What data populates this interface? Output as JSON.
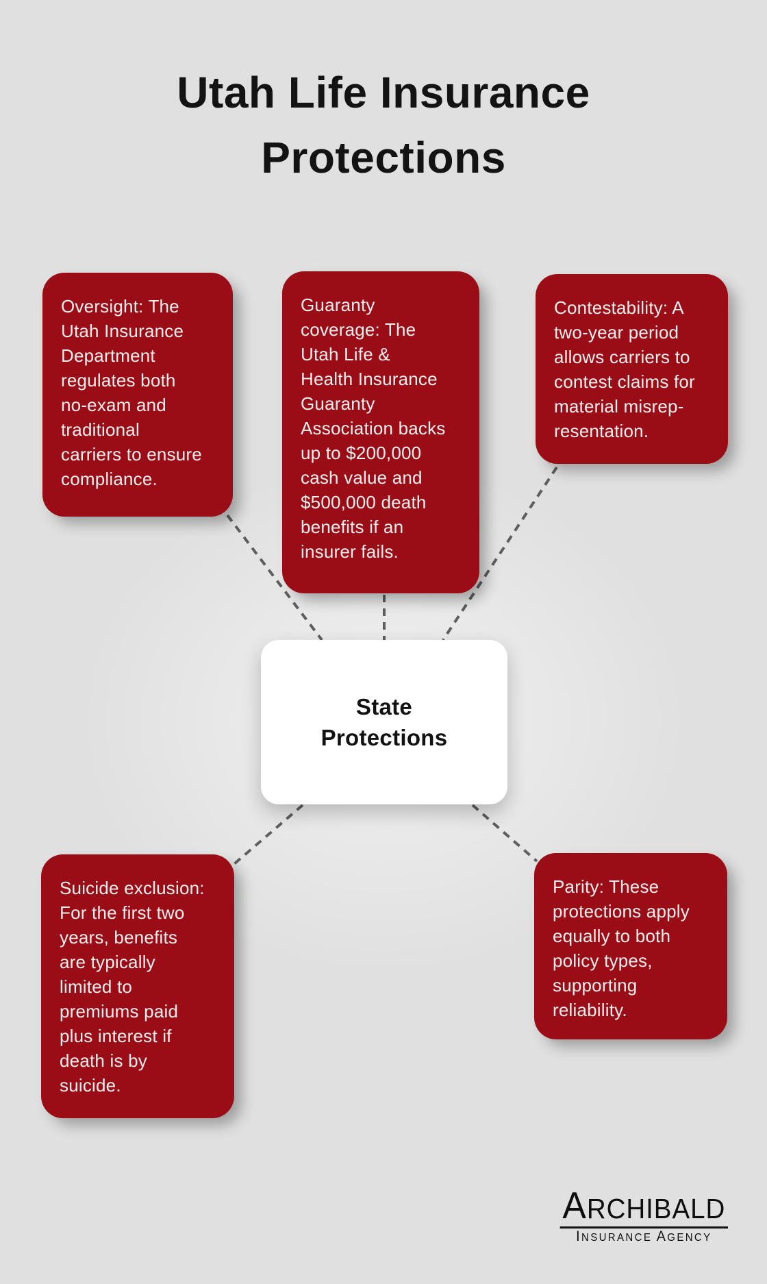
{
  "title": "Utah Life Insurance\nProtections",
  "center": {
    "label": "State\nProtections"
  },
  "nodes": [
    {
      "id": "oversight",
      "text": "Oversight: The\nUtah Insurance\nDepartment\nregulates both\nno-exam and\ntraditional\ncarriers to ensure\ncompliance."
    },
    {
      "id": "guaranty-coverage",
      "text": "Guaranty\ncoverage: The\nUtah Life &\nHealth Insurance\nGuaranty\nAssociation backs\nup to $200,000\ncash value and\n$500,000 death\nbenefits if an\ninsurer fails."
    },
    {
      "id": "contestability",
      "text": "Contestability: A\ntwo-year period\nallows carriers to\ncontest claims for\nmaterial misrep-\nresentation."
    },
    {
      "id": "suicide-exclusion",
      "text": "Suicide exclusion:\nFor the first two\nyears, benefits\nare typically\nlimited to\npremiums paid\nplus interest if\ndeath is by\nsuicide."
    },
    {
      "id": "parity",
      "text": "Parity: These\nprotections apply\nequally to both\npolicy types,\nsupporting\nreliability."
    }
  ],
  "logo": {
    "name": "Archibald",
    "tagline": "Insurance Agency"
  },
  "colors": {
    "node_red": "#9b0d16",
    "background": "#dfe0df",
    "connector": "#5e5e5e",
    "title_text": "#131313",
    "node_text": "#f4efef"
  }
}
